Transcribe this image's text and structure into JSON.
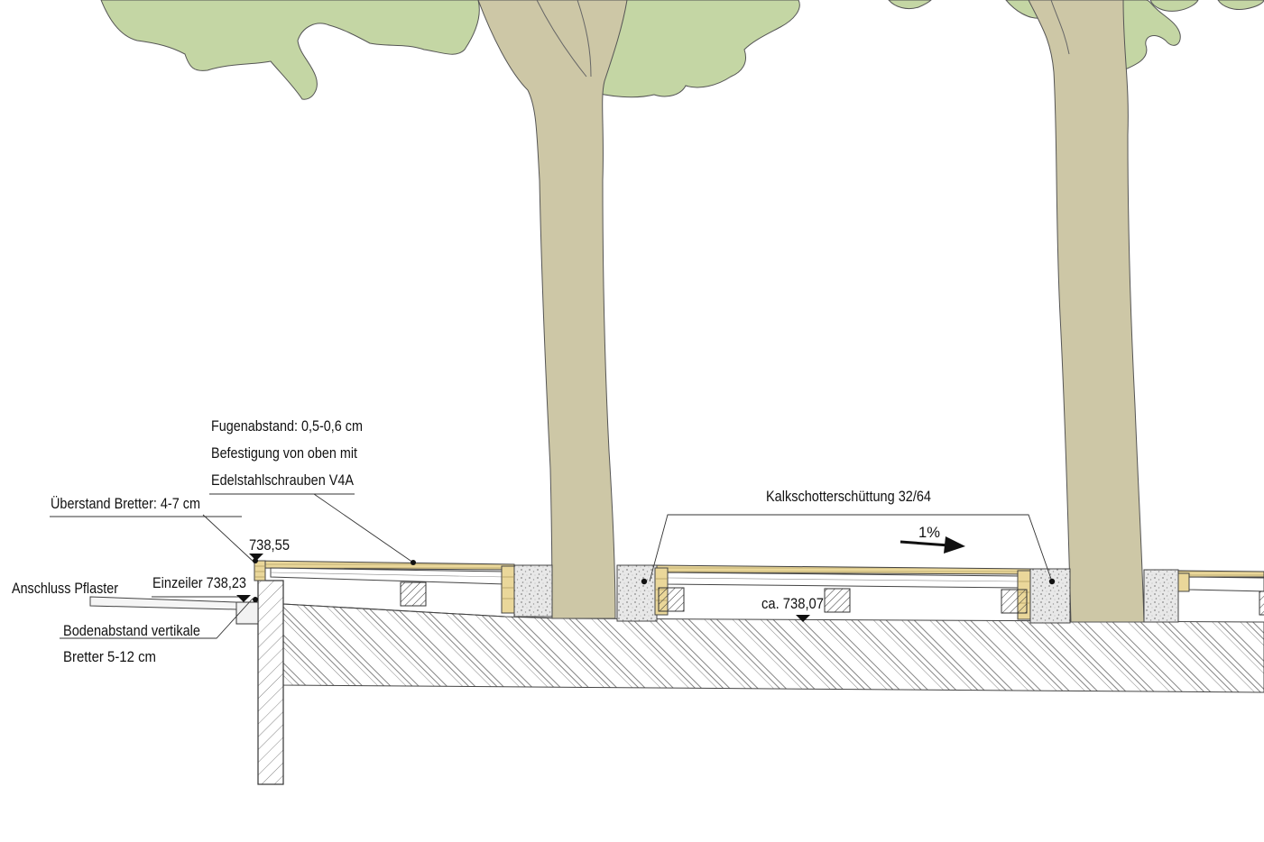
{
  "annotations": {
    "joint_line1": "Fugenabstand: 0,5-0,6 cm",
    "joint_line2": "Befestigung von oben mit",
    "joint_line3": "Edelstahlschrauben V4A",
    "overhang": "Überstand Bretter: 4-7 cm",
    "elevation_top": "738,55",
    "curb": "Einzeiler 738,23",
    "paving": "Anschluss Pflaster",
    "clearance_line1": "Bodenabstand vertikale",
    "clearance_line2": "Bretter  5-12 cm",
    "gravel": "Kalkschotterschüttung 32/64",
    "slope": "1%",
    "elevation_ground": "ca. 738,07"
  },
  "colors": {
    "foliage": "#c4d6a4",
    "trunk": "#cdc7a6",
    "wood": "#e8d59a",
    "gravel": "#e6e6e6",
    "line": "#333333"
  }
}
